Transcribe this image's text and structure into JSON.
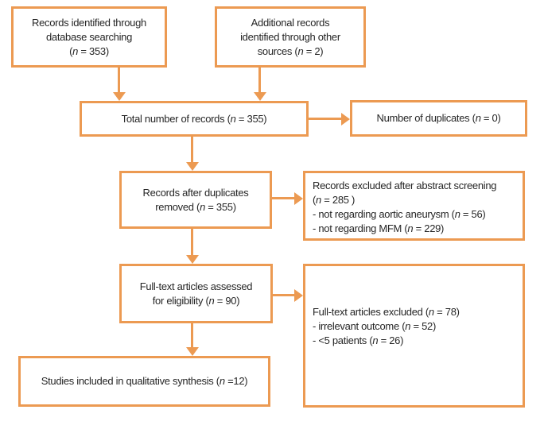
{
  "diagram": {
    "title": "PRISMA study selection flow diagram",
    "accent_color": "#EC9A52",
    "text_color": "#262626",
    "background_color": "#FFFFFF",
    "boxes": {
      "records_identified": {
        "lines": [
          "Records identified through",
          "database searching",
          "(n = 353)"
        ]
      },
      "additional_records": {
        "lines": [
          "Additional records",
          "identified through other",
          "sources (n = 2)"
        ]
      },
      "total_records": {
        "lines": [
          "Total number of records (n = 355)"
        ]
      },
      "duplicates": {
        "lines": [
          "Number of duplicates (n = 0)"
        ]
      },
      "after_duplicates": {
        "lines": [
          "Records after duplicates",
          "removed (n = 355)"
        ]
      },
      "excluded_abstract": {
        "lines": [
          "Records excluded after abstract screening",
          "(n = 285 )",
          "- not regarding aortic aneurysm (n = 56)",
          "- not regarding MFM (n = 229)"
        ]
      },
      "fulltext_assessed": {
        "lines": [
          "Full-text articles assessed",
          "for eligibility (n = 90)"
        ]
      },
      "fulltext_excluded": {
        "lines": [
          "Full-text articles excluded (n = 78)",
          "- irrelevant outcome (n = 52)",
          "- <5 patients (n = 26)"
        ]
      },
      "studies_included": {
        "lines": [
          "Studies included in qualitative synthesis (n =12)"
        ]
      }
    }
  }
}
